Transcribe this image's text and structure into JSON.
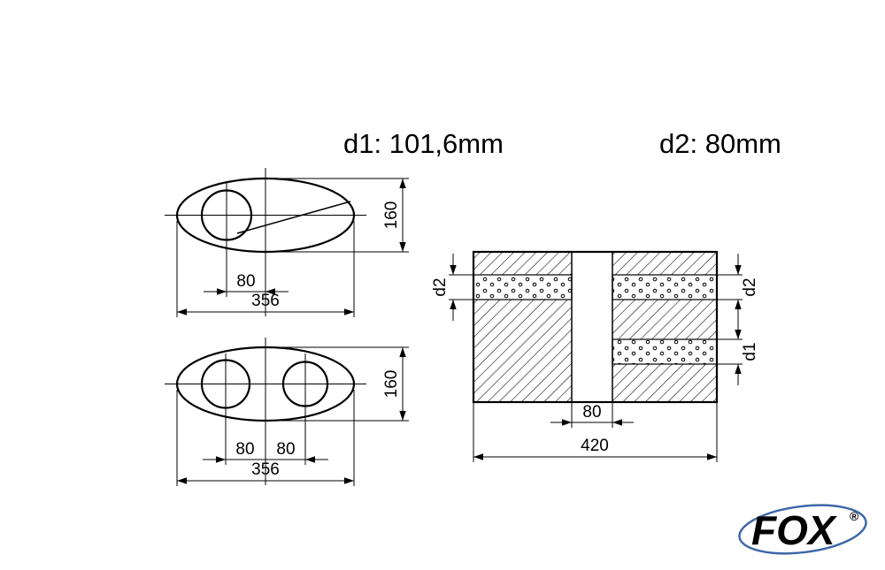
{
  "header": {
    "d1_label": "d1: 101,6mm",
    "d2_label": "d2: 80mm"
  },
  "end_view_single": {
    "shell_height": "160",
    "hole_offset": "80",
    "shell_width": "356"
  },
  "end_view_double": {
    "shell_height": "160",
    "hole_offset_left": "80",
    "hole_offset_right": "80",
    "shell_width": "356"
  },
  "section_view": {
    "pipe_top_left_label": "d2",
    "pipe_top_right_label": "d2",
    "pipe_bottom_right_label": "d1",
    "pipe_gap": "80",
    "body_length": "420"
  },
  "logo": {
    "brand": "FOX",
    "registered": "®"
  },
  "colors": {
    "line": "#000000",
    "brand_blue": "#3e68a8"
  }
}
